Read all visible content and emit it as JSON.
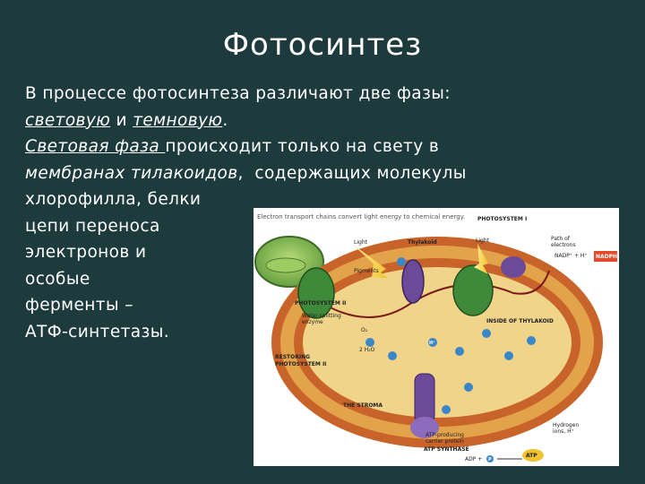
{
  "slide": {
    "title": "Фотосинтез",
    "paragraph": {
      "line1": "В процессе фотосинтеза различают две фазы:",
      "light_phase_word": "световую",
      "and_word": " и ",
      "dark_phase_word": "темновую",
      "period": ".",
      "light_phase_term": "Световая фаза ",
      "occurs_text": "происходит только на свету в",
      "membranes_term": "мембранах тилакоидов",
      "containing_text": ",  содержащих молекулы",
      "line5": "хлорофилла, белки",
      "line6": "цепи переноса",
      "line7": "электронов и",
      "line8": "особые",
      "line9": "ферменты –",
      "line10": "АТФ-синтетазы."
    }
  },
  "figure": {
    "caption": "Electron transport chains convert light energy to chemical energy.",
    "labels": {
      "photosystem_1": "PHOTOSYSTEM I",
      "light_1": "Light",
      "thylakoid": "Thylakoid",
      "light_2": "Light",
      "path_of_electrons_1": "Path of",
      "path_of_electrons_2": "electrons",
      "nadp": "NADP⁺ + H⁺",
      "nadph": "NADPH",
      "pigments": "Pigments",
      "photosystem_2": "PHOTOSYSTEM II",
      "water_splitting_1": "Water-splitting",
      "water_splitting_2": "enzyme",
      "inside_thylakoid": "INSIDE OF THYLAKOID",
      "o2": "O₂",
      "h2o": "2 H₂O",
      "restoring_1": "RESTORING",
      "restoring_2": "PHOTOSYSTEM II",
      "stroma": "THE STROMA",
      "atp_producing_1": "ATP-producing",
      "atp_producing_2": "carrier protein",
      "atp_synthase": "ATP SYNTHASE",
      "hydrogen_ions_1": "Hydrogen",
      "hydrogen_ions_2": "ions, H⁺",
      "adp": "ADP +",
      "pi": "P",
      "atp": "ATP",
      "h_plus": "H⁺"
    }
  },
  "colors": {
    "background": "#1d3a3d",
    "text": "#ffffff",
    "membrane": "#c8642a",
    "interior": "#e7c86a",
    "protein_green": "#3f8a3a",
    "protein_purple": "#6b4a9a",
    "ion_blue": "#3a86c8"
  }
}
